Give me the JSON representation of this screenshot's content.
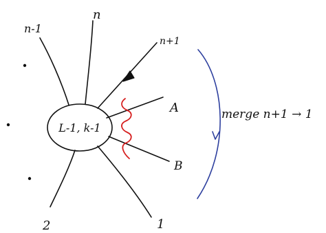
{
  "diagram": {
    "blob": {
      "label": "L-1, k-1"
    },
    "legs": [
      {
        "id": "n-1",
        "label": "n-1"
      },
      {
        "id": "n",
        "label": "n"
      },
      {
        "id": "n+1",
        "label": "n+1"
      },
      {
        "id": "A",
        "label": "A"
      },
      {
        "id": "B",
        "label": "B"
      },
      {
        "id": "1",
        "label": "1"
      },
      {
        "id": "2",
        "label": "2"
      }
    ],
    "merge": {
      "label": "merge n+1 → 1"
    },
    "colors": {
      "ink": "#111111",
      "cut": "#d61f1f",
      "arc": "#2d3f9e"
    }
  }
}
